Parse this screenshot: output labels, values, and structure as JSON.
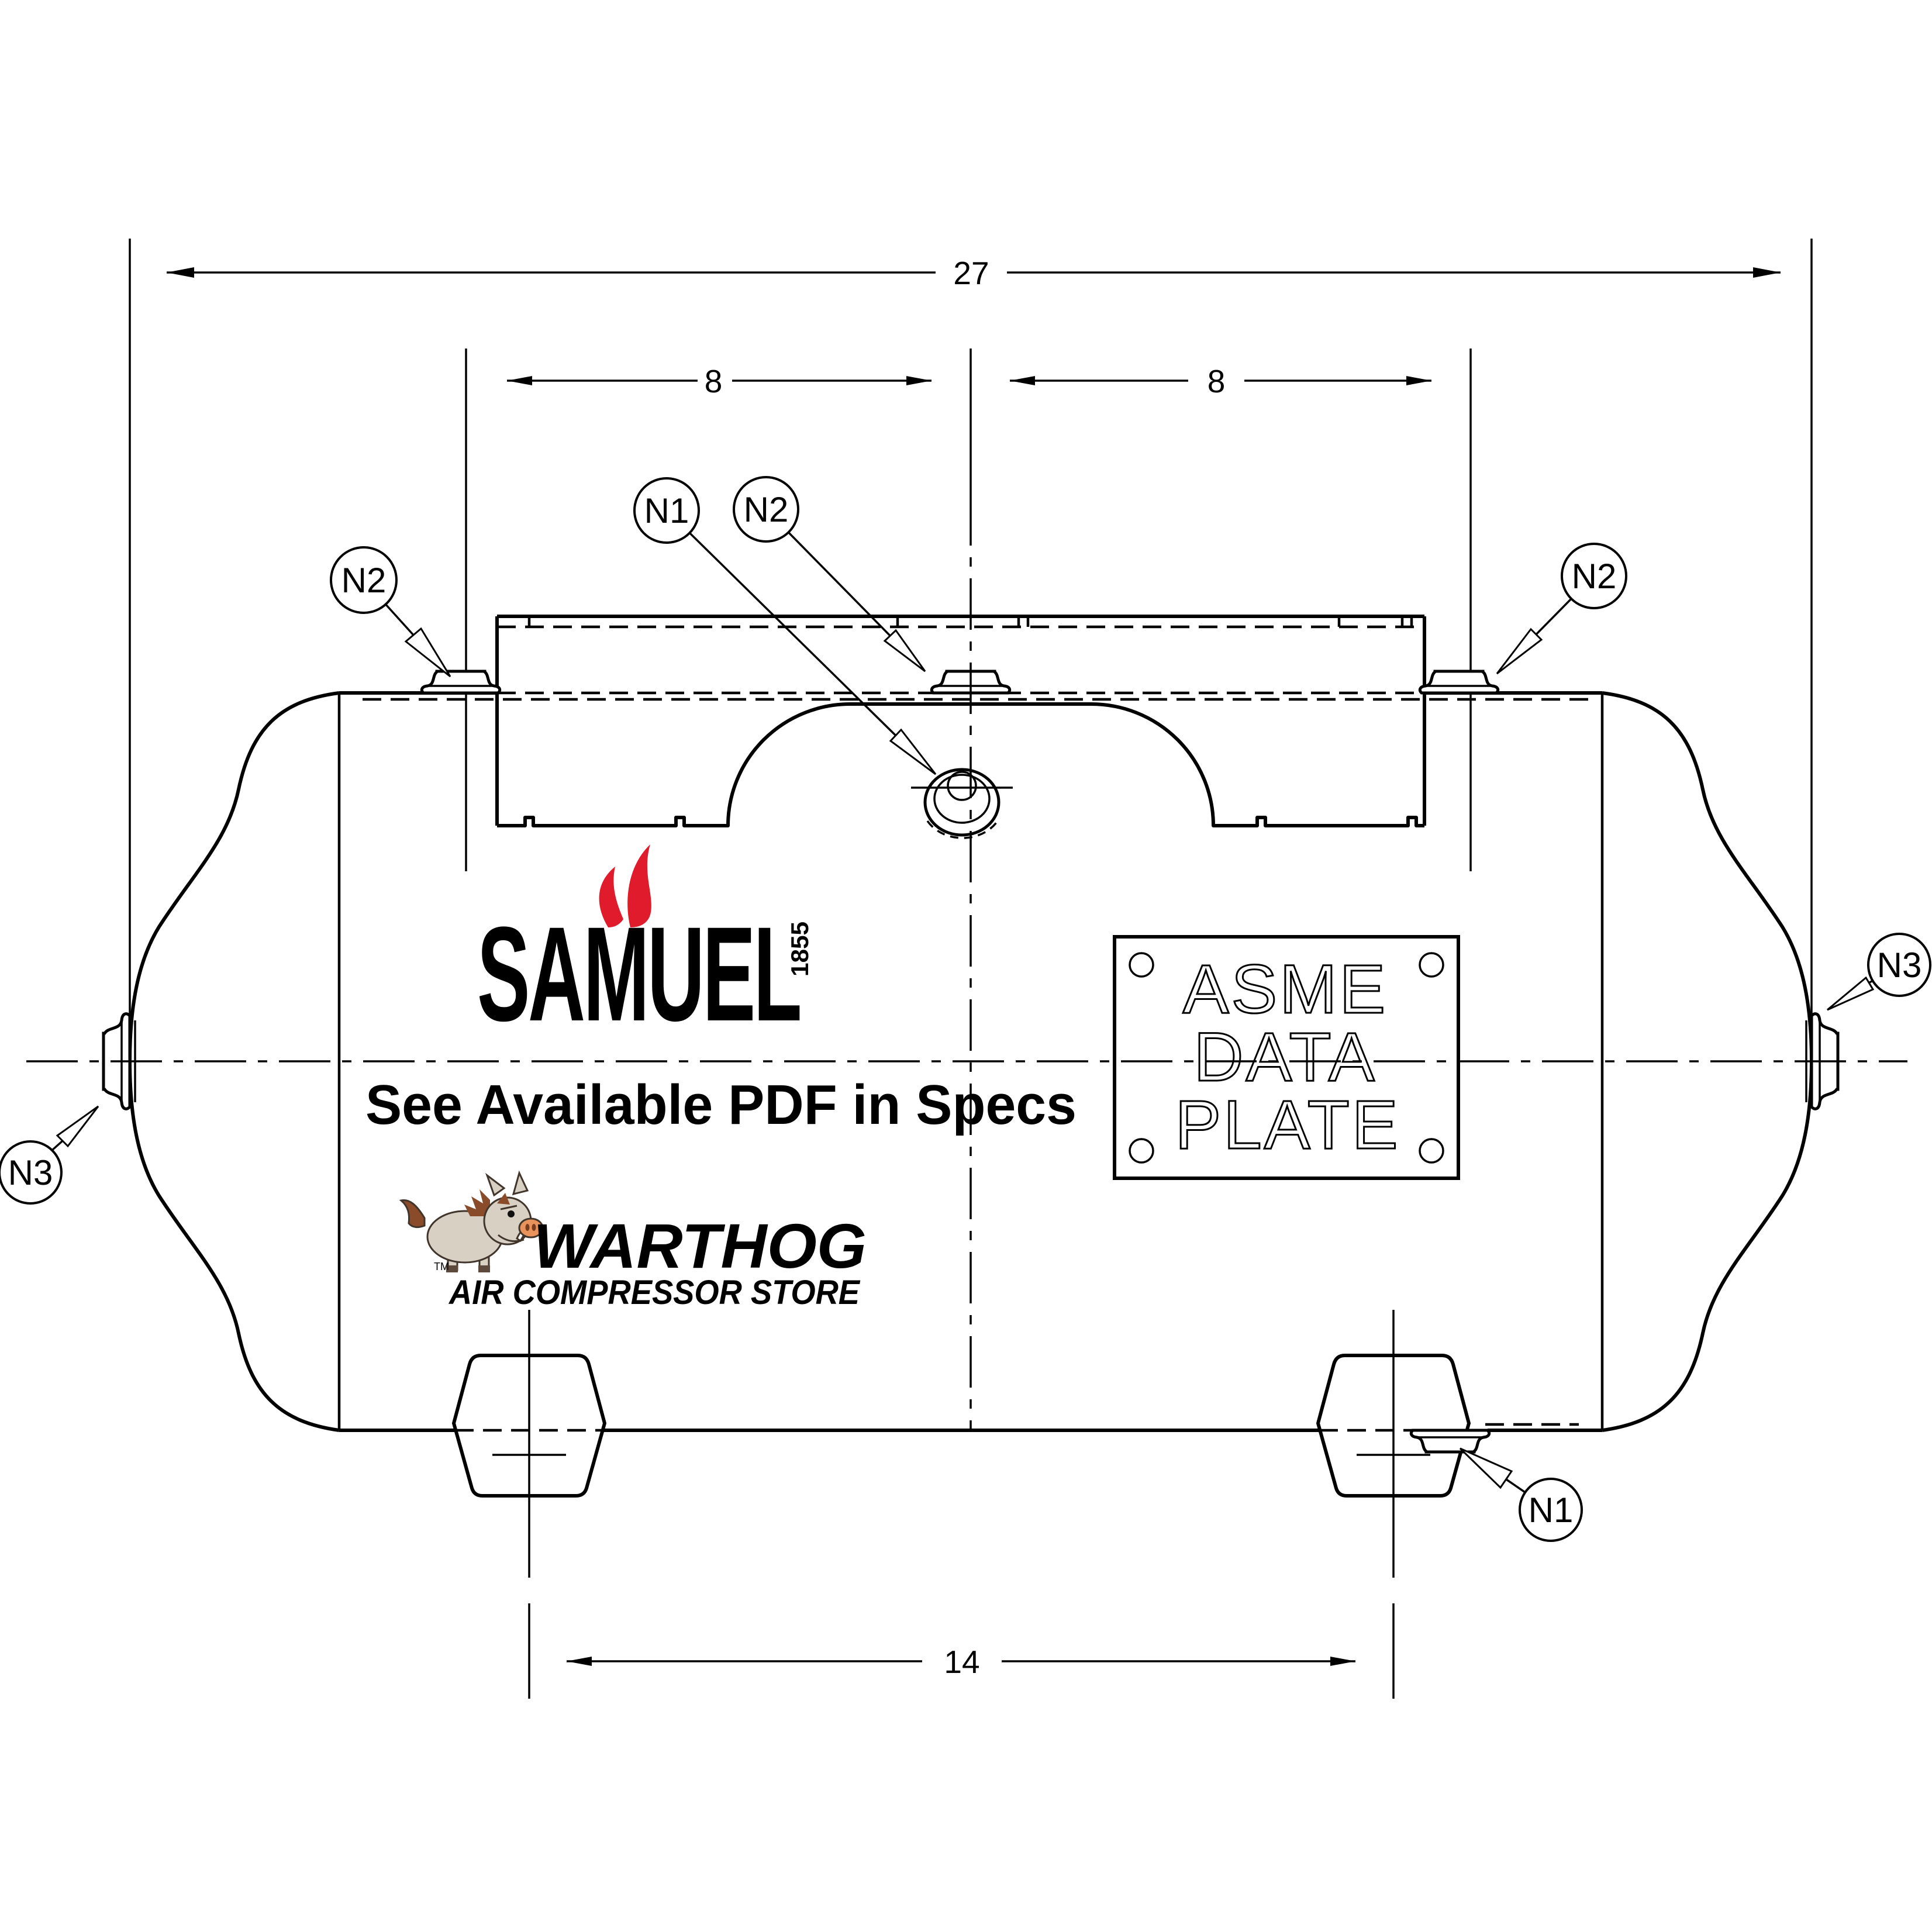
{
  "drawing": {
    "title_note": "See Available PDF in Specs",
    "dimensions": {
      "overall_length": "27",
      "port_spacing_left": "8",
      "port_spacing_right": "8",
      "leg_spacing": "14"
    },
    "callouts": {
      "top_left": "N2",
      "top_center_primary": "N1",
      "top_center_secondary": "N2",
      "top_right": "N2",
      "left_end": "N3",
      "right_end": "N3",
      "bottom_drain": "N1"
    },
    "data_plate": {
      "line1": "ASME",
      "line2": "DATA",
      "line3": "PLATE"
    },
    "samuel_logo": {
      "name": "SAMUEL",
      "year": "1855",
      "flame_color": "#e01b2c",
      "text_color": "#000000"
    },
    "warthog_logo": {
      "name": "WARTHOG",
      "subtitle": "AIR COMPRESSOR STORE",
      "trademark": "TM",
      "name_color": "#f58220",
      "subtitle_color": "#111111"
    },
    "colors": {
      "ink": "#000000",
      "background": "#ffffff"
    }
  }
}
